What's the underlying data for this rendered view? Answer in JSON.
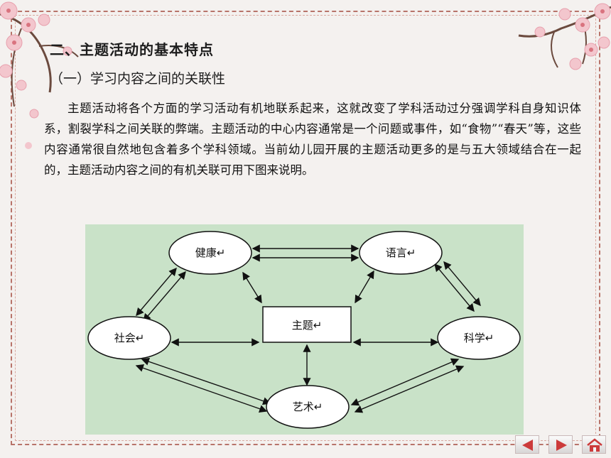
{
  "slide": {
    "title": "二、主题活动的基本特点",
    "subtitle": "（一）学习内容之间的关联性",
    "paragraph": "主题活动将各个方面的学习活动有机地联系起来，这就改变了学科活动过分强调学科自身知识体系，割裂学科之间关联的弊端。主题活动的中心内容通常是一个问题或事件，如“食物”“春天”等，这些内容通常很自然地包含着多个学科领域。当前幼儿园开展的主题活动更多的是与五大领域结合在一起的，主题活动内容之间的有机关联可用下图来说明。"
  },
  "diagram": {
    "center": "主题↵",
    "health": "健康↵",
    "language": "语言↵",
    "society": "社会↵",
    "science": "科学↵",
    "art": "艺术↵"
  },
  "nav": {
    "prev_icon": "triangle-left-icon",
    "next_icon": "triangle-right-icon",
    "home_icon": "home-icon"
  },
  "colors": {
    "frame": "#b8746a",
    "diagram_bg": "#c9e2c8",
    "nav_arrow": "#cc3b3b"
  }
}
